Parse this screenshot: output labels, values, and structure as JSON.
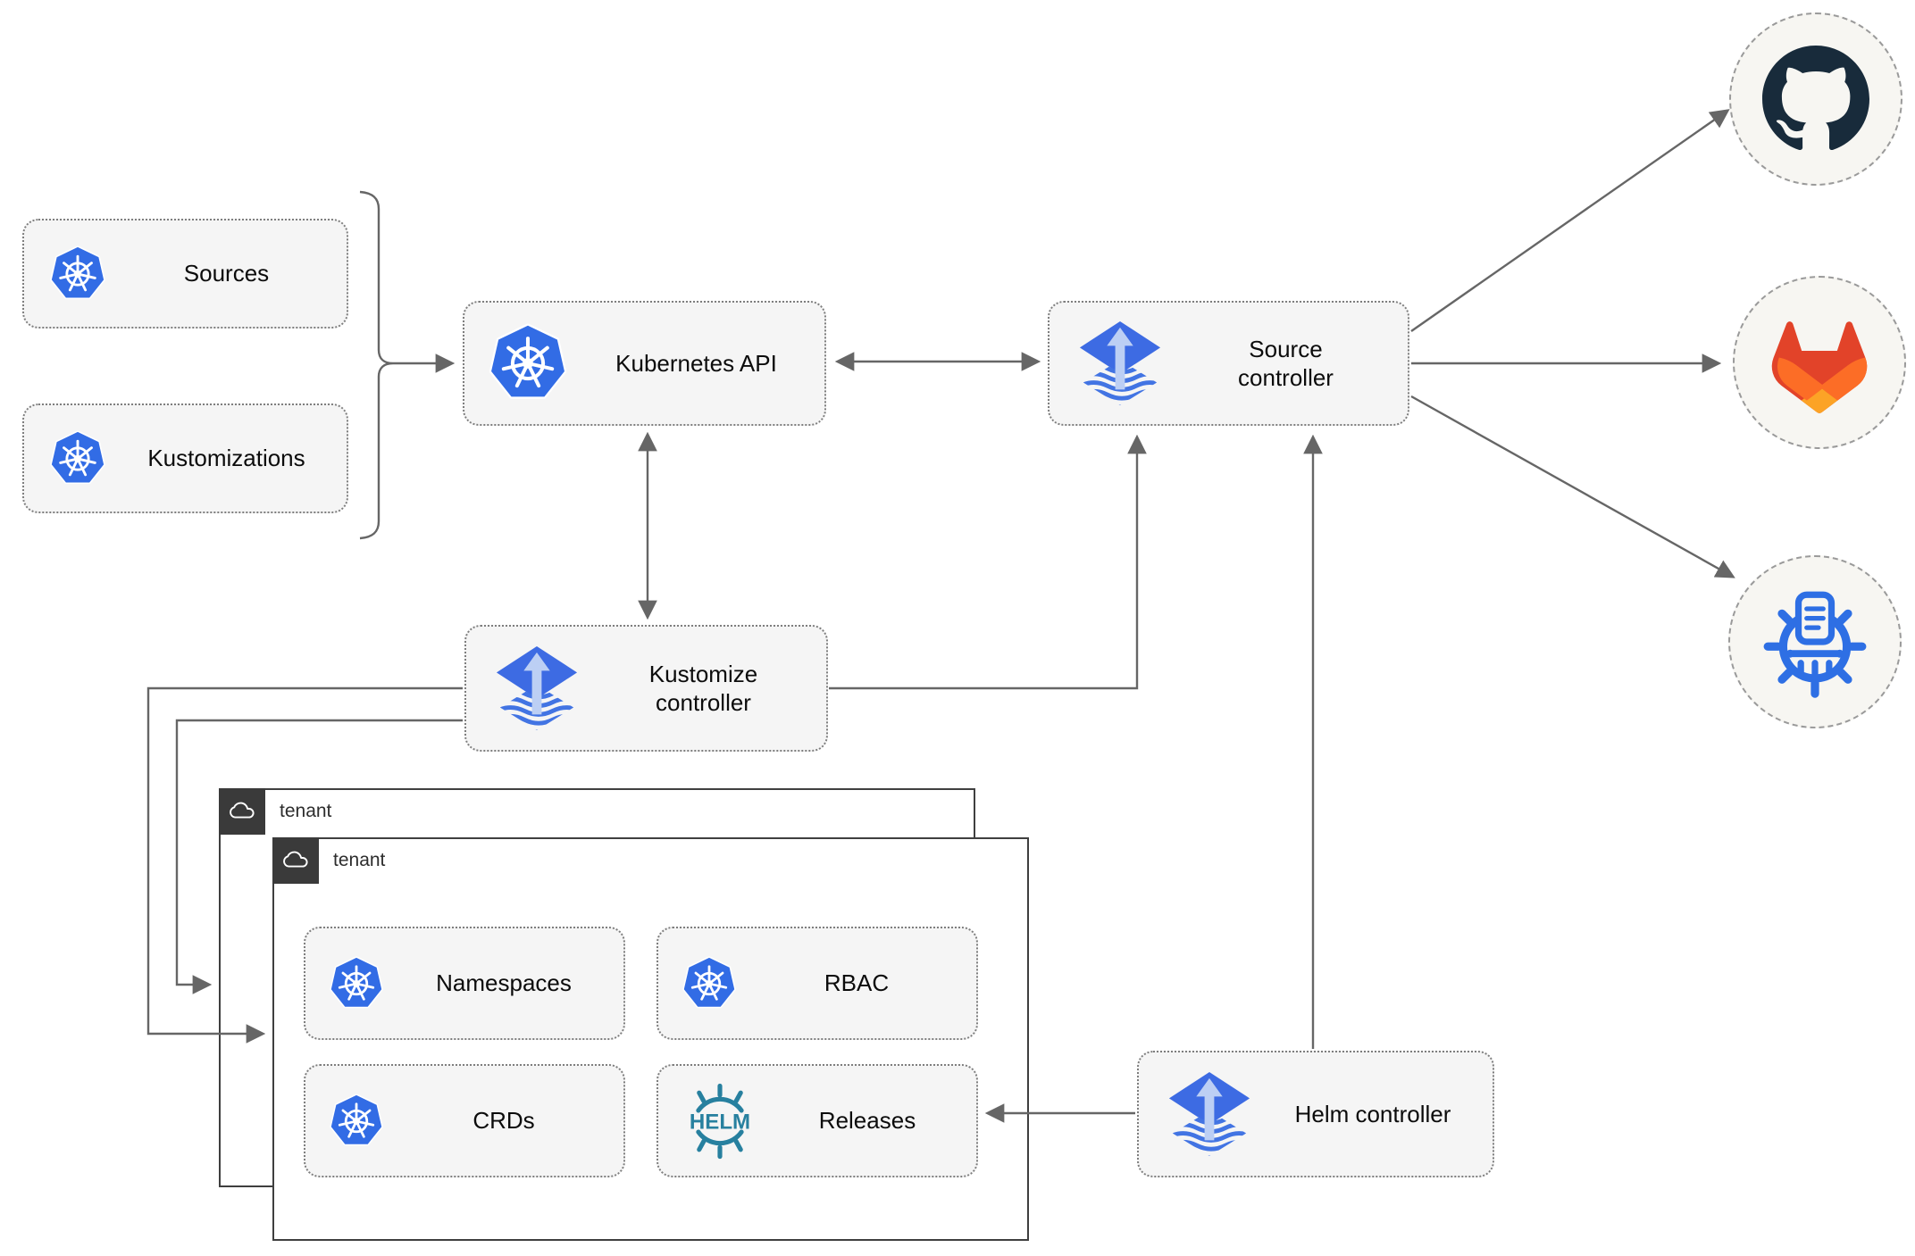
{
  "nodes": {
    "sources": {
      "label": "Sources",
      "icon": "kubernetes-icon"
    },
    "kustomizations": {
      "label": "Kustomizations",
      "icon": "kubernetes-icon"
    },
    "kubernetes_api": {
      "label": "Kubernetes API",
      "icon": "kubernetes-icon"
    },
    "source_controller": {
      "label": "Source controller",
      "icon": "flux-icon"
    },
    "kustomize_controller": {
      "label": "Kustomize controller",
      "icon": "flux-icon"
    },
    "helm_controller": {
      "label": "Helm controller",
      "icon": "flux-icon"
    },
    "namespaces": {
      "label": "Namespaces",
      "icon": "kubernetes-icon"
    },
    "rbac": {
      "label": "RBAC",
      "icon": "kubernetes-icon"
    },
    "crds": {
      "label": "CRDs",
      "icon": "kubernetes-icon"
    },
    "releases": {
      "label": "Releases",
      "icon": "helm-icon"
    }
  },
  "tenants": {
    "outer": {
      "label": "tenant",
      "icon": "cloud-icon"
    },
    "inner": {
      "label": "tenant",
      "icon": "cloud-icon"
    }
  },
  "externals": {
    "github": {
      "icon": "github-icon"
    },
    "gitlab": {
      "icon": "gitlab-icon"
    },
    "chartmuseum": {
      "icon": "chartmuseum-icon"
    }
  },
  "logos": {
    "helm_text": "HELM"
  },
  "edges": [
    {
      "from": "sources-group",
      "to": "kubernetes-api",
      "arrow": "forward"
    },
    {
      "from": "kubernetes-api",
      "to": "source-controller",
      "arrow": "both"
    },
    {
      "from": "kubernetes-api",
      "to": "kustomize-controller",
      "arrow": "both"
    },
    {
      "from": "kustomize-controller",
      "to": "source-controller",
      "arrow": "forward"
    },
    {
      "from": "kustomize-controller",
      "to": "tenant-outer",
      "arrow": "forward"
    },
    {
      "from": "kustomize-controller",
      "to": "tenant-inner",
      "arrow": "forward"
    },
    {
      "from": "helm-controller",
      "to": "source-controller",
      "arrow": "forward"
    },
    {
      "from": "helm-controller",
      "to": "releases",
      "arrow": "forward"
    },
    {
      "from": "source-controller",
      "to": "github",
      "arrow": "forward"
    },
    {
      "from": "source-controller",
      "to": "gitlab",
      "arrow": "forward"
    },
    {
      "from": "source-controller",
      "to": "chartmuseum",
      "arrow": "forward"
    }
  ],
  "colors": {
    "kubernetes_blue": "#326ce5",
    "flux_blue": "#3d6be3",
    "flux_light_blue": "#bccff4",
    "helm_teal": "#27809f",
    "github_dark": "#182b3b",
    "gitlab_red": "#e24329",
    "gitlab_orange": "#fc6d26",
    "gitlab_light_orange": "#fca326",
    "chartmuseum_blue": "#2e6fe4",
    "arrow_gray": "#666666",
    "node_background": "#f5f5f5",
    "tenant_badge": "#3a3a3a"
  }
}
